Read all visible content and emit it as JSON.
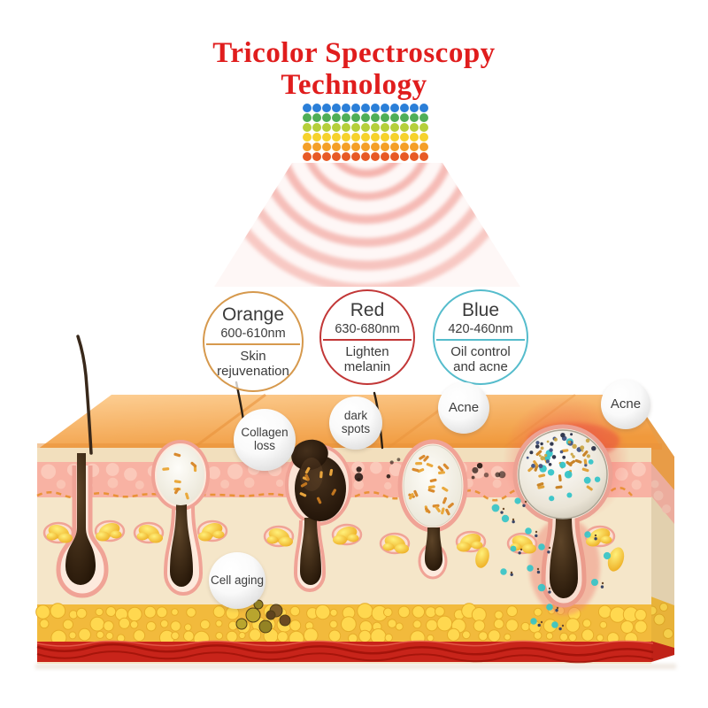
{
  "title": {
    "line1": "Tricolor Spectroscopy",
    "line2": "Technology"
  },
  "led_array": {
    "cols": 13,
    "row_colors": [
      "#2b7fd8",
      "#4fae57",
      "#b5cf3a",
      "#f6d22c",
      "#f49f27",
      "#e75a26"
    ]
  },
  "wavelength_circles": [
    {
      "name": "Orange",
      "range": "600-610nm",
      "effect": "Skin rejuvenation",
      "color": "#d6994d"
    },
    {
      "name": "Red",
      "range": "630-680nm",
      "effect": "Lighten melanin",
      "color": "#c23737"
    },
    {
      "name": "Blue",
      "range": "420-460nm",
      "effect": "Oil control and acne",
      "color": "#55bccc"
    }
  ],
  "skin_labels": {
    "collagen_loss": "Collagen loss",
    "dark_spots": "dark spots",
    "acne_left": "Acne",
    "acne_right": "Acne",
    "cell_aging": "Cell aging"
  },
  "accent_colors": {
    "title_red": "#e01d1d",
    "beam_pink": "#f2a49c"
  }
}
